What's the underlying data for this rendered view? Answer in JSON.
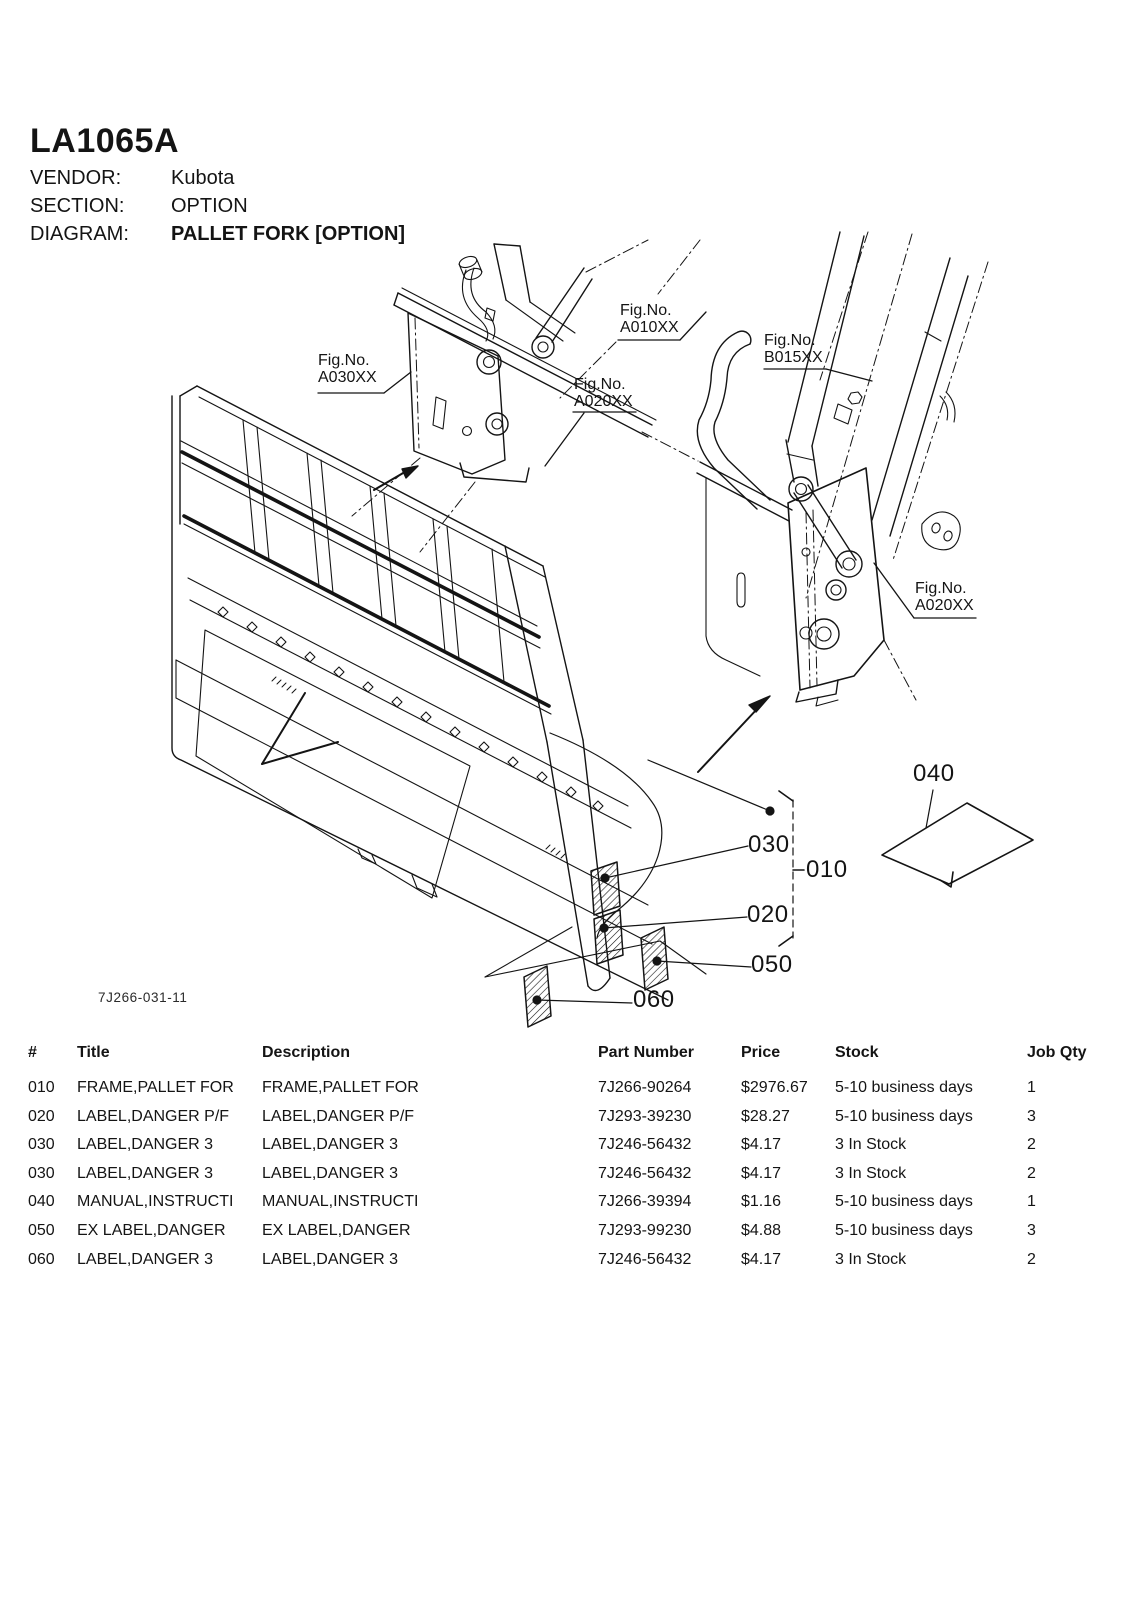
{
  "header": {
    "model": "LA1065A",
    "vendor_label": "VENDOR:",
    "vendor_value": "Kubota",
    "section_label": "SECTION:",
    "section_value": "OPTION",
    "diagram_label": "DIAGRAM:",
    "diagram_value": "PALLET FORK [OPTION]"
  },
  "diagram": {
    "drawing_number": "7J266-031-11",
    "fig_labels": [
      {
        "line1": "Fig.No.",
        "line2": "A030XX"
      },
      {
        "line1": "Fig.No.",
        "line2": "A010XX"
      },
      {
        "line1": "Fig.No.",
        "line2": "A020XX"
      },
      {
        "line1": "Fig.No.",
        "line2": "B015XX"
      },
      {
        "line1": "Fig.No.",
        "line2": "A020XX"
      }
    ],
    "callouts": {
      "c040": "040",
      "c030": "030",
      "c010": "010",
      "c020": "020",
      "c050": "050",
      "c060": "060"
    }
  },
  "table": {
    "headers": [
      "#",
      "Title",
      "Description",
      "Part Number",
      "Price",
      "Stock",
      "Job Qty"
    ],
    "rows": [
      [
        "010",
        "FRAME,PALLET FOR",
        "FRAME,PALLET FOR",
        "7J266-90264",
        "$2976.67",
        "5-10 business days",
        "1"
      ],
      [
        "020",
        "LABEL,DANGER P/F",
        "LABEL,DANGER P/F",
        "7J293-39230",
        "$28.27",
        "5-10 business days",
        "3"
      ],
      [
        "030",
        "LABEL,DANGER 3",
        "LABEL,DANGER 3",
        "7J246-56432",
        "$4.17",
        "3 In Stock",
        "2"
      ],
      [
        "030",
        "LABEL,DANGER 3",
        "LABEL,DANGER 3",
        "7J246-56432",
        "$4.17",
        "3 In Stock",
        "2"
      ],
      [
        "040",
        "MANUAL,INSTRUCTI",
        "MANUAL,INSTRUCTI",
        "7J266-39394",
        "$1.16",
        "5-10 business days",
        "1"
      ],
      [
        "050",
        "EX LABEL,DANGER",
        "EX LABEL,DANGER",
        "7J293-99230",
        "$4.88",
        "5-10 business days",
        "3"
      ],
      [
        "060",
        "LABEL,DANGER 3",
        "LABEL,DANGER 3",
        "7J246-56432",
        "$4.17",
        "3 In Stock",
        "2"
      ]
    ]
  },
  "colors": {
    "ink": "#141414",
    "paper": "#ffffff"
  }
}
